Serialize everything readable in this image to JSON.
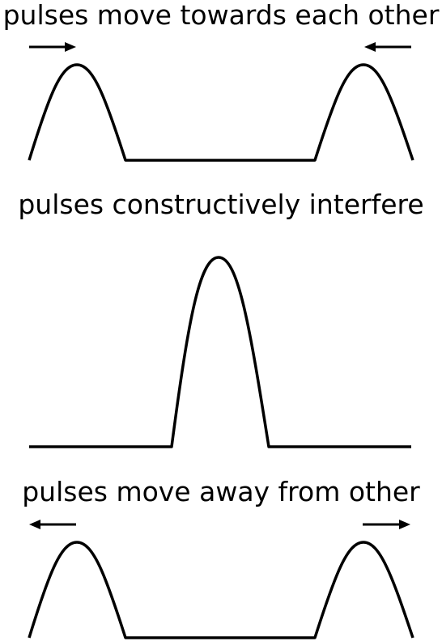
{
  "panels": [
    {
      "caption": "pulses move towards each other",
      "state": "approaching",
      "arrows": [
        "right",
        "left"
      ]
    },
    {
      "caption": "pulses constructively interfere",
      "state": "superposed",
      "arrows": []
    },
    {
      "caption": "pulses move away from other",
      "state": "separating",
      "arrows": [
        "left",
        "right"
      ]
    }
  ],
  "colors": {
    "line": "#000000",
    "background": "#ffffff"
  }
}
